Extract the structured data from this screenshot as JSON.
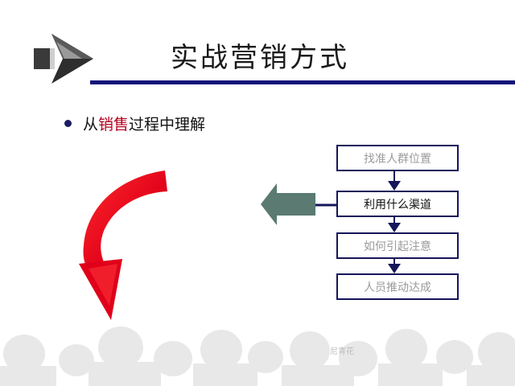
{
  "slide": {
    "title": "实战营销方式",
    "bullet": {
      "prefix": "从",
      "emphasis": "销售",
      "suffix": "过程中理解"
    }
  },
  "flow": {
    "steps": [
      {
        "label": "找准人群位置",
        "highlighted": false
      },
      {
        "label": "利用什么渠道",
        "highlighted": true
      },
      {
        "label": "如何引起注意",
        "highlighted": false
      },
      {
        "label": "人员推动达成",
        "highlighted": false
      }
    ]
  },
  "footer": {
    "watermark": "尼青花"
  },
  "colors": {
    "title_rule": "#12127a",
    "bullet_emphasis": "#b4001e",
    "curved_arrow": "#e0001a",
    "pointer_arrow": "#5a7a72",
    "box_border": "#15155a",
    "crowd": "#e6e6e6"
  },
  "icons": {
    "logo": "chevron-arrow-icon",
    "curved_arrow": "curved-red-arrow-icon",
    "pointer_arrow": "left-pointer-arrow-icon"
  }
}
